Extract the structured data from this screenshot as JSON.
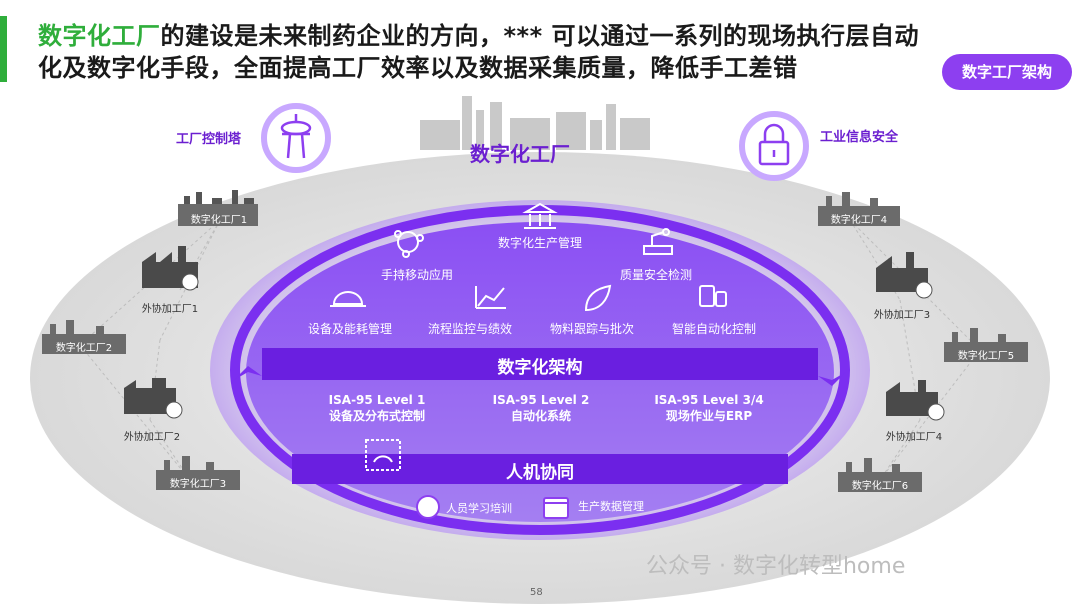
{
  "header": {
    "title_highlight": "数字化工厂",
    "title_line1_rest": "的建设是未来制药企业的方向，*** 可以通过一系列的现场执行层自动",
    "title_line2": "化及数字化手段，全面提高工厂效率以及数据采集质量，降低手工差错",
    "tag": "数字工厂架构"
  },
  "top_labels": {
    "control_tower": "工厂控制塔",
    "center": "数字化工厂",
    "info_security": "工业信息安全"
  },
  "factories_left": [
    "数字化工厂1",
    "外协加工厂1",
    "数字化工厂2",
    "外协加工厂2",
    "数字化工厂3"
  ],
  "factories_right": [
    "数字化工厂4",
    "外协加工厂3",
    "数字化工厂5",
    "外协加工厂4",
    "数字化工厂6"
  ],
  "applications": {
    "row1": [
      "数字化生产管理"
    ],
    "row2": [
      "手持移动应用",
      "质量安全检测"
    ],
    "row3": [
      "设备及能耗管理",
      "流程监控与绩效",
      "物料跟踪与批次",
      "智能自动化控制"
    ]
  },
  "architecture": {
    "band_title": "数字化架构",
    "levels": [
      {
        "title": "ISA-95 Level 1",
        "desc": "设备及分布式控制"
      },
      {
        "title": "ISA-95 Level 2",
        "desc": "自动化系统"
      },
      {
        "title": "ISA-95 Level 3/4",
        "desc": "现场作业与ERP"
      }
    ]
  },
  "collaboration": {
    "band_title": "人机协同",
    "items": [
      "人员学习培训",
      "生产数据管理"
    ]
  },
  "footer": {
    "watermark": "公众号 · 数字化转型home",
    "page_number": "58"
  },
  "colors": {
    "accent_green": "#2fae3b",
    "primary_purple": "#7b2ff0",
    "dark_purple": "#6b1fd0",
    "light_purple": "#a877f0",
    "outer_ellipse": "#e6e6e6"
  }
}
